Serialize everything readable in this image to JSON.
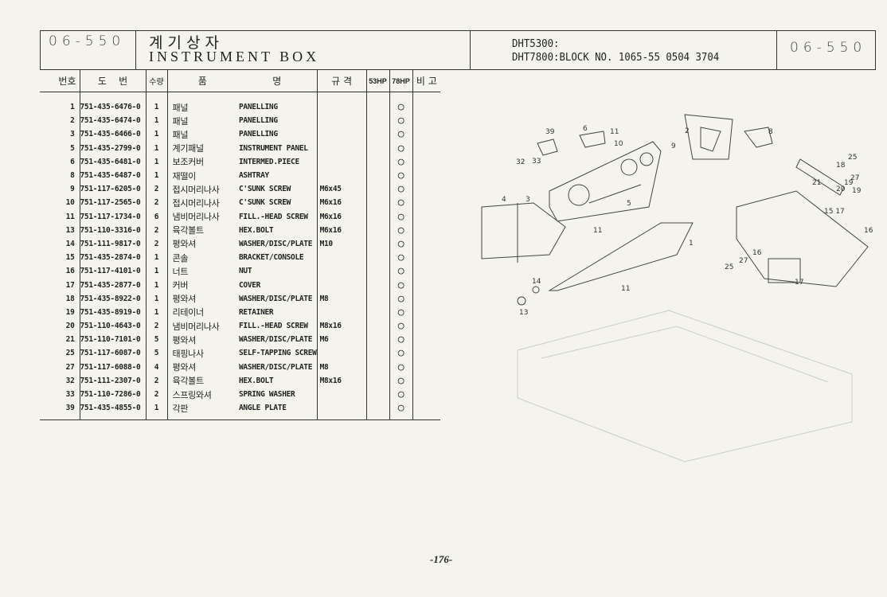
{
  "header": {
    "section_code_left": "06-550",
    "title_ko": "계기상자",
    "title_en": "INSTRUMENT BOX",
    "model_line_1": "DHT5300:",
    "model_line_2": "DHT7800:BLOCK NO. 1065-55 0504 3704",
    "section_code_right": "06-550"
  },
  "table": {
    "columns": [
      "번호",
      "도    번",
      "수량",
      "품",
      "명",
      "규 격",
      "53HP",
      "78HP",
      "비 고"
    ],
    "rows": [
      {
        "no": "1",
        "part": "751-435-6476-0",
        "qty": "1",
        "ko": "패널",
        "en": "PANELLING",
        "spec": "",
        "hp53": "",
        "hp78": "○"
      },
      {
        "no": "2",
        "part": "751-435-6474-0",
        "qty": "1",
        "ko": "패널",
        "en": "PANELLING",
        "spec": "",
        "hp53": "",
        "hp78": "○"
      },
      {
        "no": "3",
        "part": "751-435-6466-0",
        "qty": "1",
        "ko": "패널",
        "en": "PANELLING",
        "spec": "",
        "hp53": "",
        "hp78": "○"
      },
      {
        "no": "5",
        "part": "751-435-2799-0",
        "qty": "1",
        "ko": "계기패널",
        "en": "INSTRUMENT PANEL",
        "spec": "",
        "hp53": "",
        "hp78": "○"
      },
      {
        "no": "6",
        "part": "751-435-6481-0",
        "qty": "1",
        "ko": "보조커버",
        "en": "INTERMED.PIECE",
        "spec": "",
        "hp53": "",
        "hp78": "○"
      },
      {
        "no": "8",
        "part": "751-435-6487-0",
        "qty": "1",
        "ko": "재떨이",
        "en": "ASHTRAY",
        "spec": "",
        "hp53": "",
        "hp78": "○"
      },
      {
        "no": "9",
        "part": "751-117-6205-0",
        "qty": "2",
        "ko": "접시머리나사",
        "en": "C'SUNK SCREW",
        "spec": "M6x45",
        "hp53": "",
        "hp78": "○"
      },
      {
        "no": "10",
        "part": "751-117-2565-0",
        "qty": "2",
        "ko": "접시머리나사",
        "en": "C'SUNK SCREW",
        "spec": "M6x16",
        "hp53": "",
        "hp78": "○"
      },
      {
        "no": "11",
        "part": "751-117-1734-0",
        "qty": "6",
        "ko": "냄비머리나사",
        "en": "FILL.-HEAD SCREW",
        "spec": "M6x16",
        "hp53": "",
        "hp78": "○"
      },
      {
        "no": "13",
        "part": "751-110-3316-0",
        "qty": "2",
        "ko": "육각볼트",
        "en": "HEX.BOLT",
        "spec": "M6x16",
        "hp53": "",
        "hp78": "○"
      },
      {
        "no": "14",
        "part": "751-111-9817-0",
        "qty": "2",
        "ko": "평와셔",
        "en": "WASHER/DISC/PLATE",
        "spec": "M10",
        "hp53": "",
        "hp78": "○"
      },
      {
        "no": "15",
        "part": "751-435-2874-0",
        "qty": "1",
        "ko": "콘솔",
        "en": "BRACKET/CONSOLE",
        "spec": "",
        "hp53": "",
        "hp78": "○"
      },
      {
        "no": "16",
        "part": "751-117-4101-0",
        "qty": "1",
        "ko": "너트",
        "en": "NUT",
        "spec": "",
        "hp53": "",
        "hp78": "○"
      },
      {
        "no": "17",
        "part": "751-435-2877-0",
        "qty": "1",
        "ko": "커버",
        "en": "COVER",
        "spec": "",
        "hp53": "",
        "hp78": "○"
      },
      {
        "no": "18",
        "part": "751-435-8922-0",
        "qty": "1",
        "ko": "평와셔",
        "en": "WASHER/DISC/PLATE",
        "spec": "M8",
        "hp53": "",
        "hp78": "○"
      },
      {
        "no": "19",
        "part": "751-435-8919-0",
        "qty": "1",
        "ko": "리테이너",
        "en": "RETAINER",
        "spec": "",
        "hp53": "",
        "hp78": "○"
      },
      {
        "no": "20",
        "part": "751-110-4643-0",
        "qty": "2",
        "ko": "냄비머리나사",
        "en": "FILL.-HEAD SCREW",
        "spec": "M8x16",
        "hp53": "",
        "hp78": "○"
      },
      {
        "no": "21",
        "part": "751-110-7101-0",
        "qty": "5",
        "ko": "평와셔",
        "en": "WASHER/DISC/PLATE",
        "spec": "M6",
        "hp53": "",
        "hp78": "○"
      },
      {
        "no": "25",
        "part": "751-117-6087-0",
        "qty": "5",
        "ko": "태핑나사",
        "en": "SELF-TAPPING SCREW",
        "spec": "",
        "hp53": "",
        "hp78": "○"
      },
      {
        "no": "27",
        "part": "751-117-6088-0",
        "qty": "4",
        "ko": "평와셔",
        "en": "WASHER/DISC/PLATE",
        "spec": "M8",
        "hp53": "",
        "hp78": "○"
      },
      {
        "no": "32",
        "part": "751-111-2307-0",
        "qty": "2",
        "ko": "육각볼트",
        "en": "HEX.BOLT",
        "spec": "M8x16",
        "hp53": "",
        "hp78": "○"
      },
      {
        "no": "33",
        "part": "751-110-7286-0",
        "qty": "2",
        "ko": "스프링와셔",
        "en": "SPRING WASHER",
        "spec": "",
        "hp53": "",
        "hp78": "○"
      },
      {
        "no": "39",
        "part": "751-435-4855-0",
        "qty": "1",
        "ko": "각판",
        "en": "ANGLE PLATE",
        "spec": "",
        "hp53": "",
        "hp78": "○"
      }
    ]
  },
  "diagram": {
    "callouts": [
      "39",
      "32",
      "33",
      "6",
      "11",
      "10",
      "9",
      "2",
      "8",
      "5",
      "4",
      "3",
      "11",
      "1",
      "14",
      "13",
      "11",
      "18",
      "19",
      "20",
      "21",
      "25",
      "27",
      "19",
      "15 17",
      "16",
      "16",
      "25",
      "27",
      "17"
    ]
  },
  "footer": {
    "page_number": "-176-"
  }
}
